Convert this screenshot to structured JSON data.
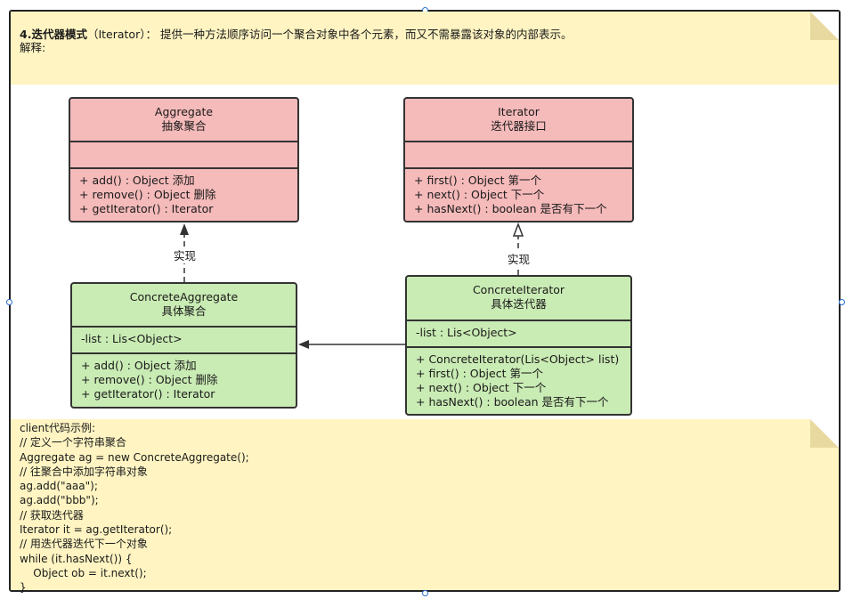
{
  "intro": {
    "heading": "4.迭代器模式",
    "rest": "（Iterator）： 提供一种方法顺序访问一个聚合对象中各个元素，而又不需暴露该对象的内部表示。",
    "explain": "解释:"
  },
  "aggregate": {
    "name": "Aggregate",
    "subtitle": "抽象聚合",
    "methods": [
      "+ add() : Object 添加",
      "+ remove() : Object 删除",
      "+ getIterator() : Iterator"
    ]
  },
  "iterator": {
    "name": "Iterator",
    "subtitle": "迭代器接口",
    "methods": [
      "+ first() : Object 第一个",
      "+ next() : Object 下一个",
      "+ hasNext() : boolean 是否有下一个"
    ]
  },
  "concrete_aggregate": {
    "name": "ConcreteAggregate",
    "subtitle": "具体聚合",
    "attrs": [
      "-list : Lis<Object>"
    ],
    "methods": [
      "+ add() : Object 添加",
      "+ remove() : Object 删除",
      "+ getIterator() : Iterator"
    ]
  },
  "concrete_iterator": {
    "name": "ConcreteIterator",
    "subtitle": "具体迭代器",
    "attrs": [
      "-list : Lis<Object>"
    ],
    "methods": [
      "+ ConcreteIterator(Lis<Object> list)",
      "+ first() : Object 第一个",
      "+ next() : Object 下一个",
      "+ hasNext() : boolean 是否有下一个"
    ]
  },
  "relations": {
    "left_label": "实现",
    "right_label": "实现"
  },
  "code": {
    "lines": [
      "client代码示例:",
      "// 定义一个字符串聚合",
      "Aggregate ag = new ConcreteAggregate();",
      "// 往聚合中添加字符串对象",
      "ag.add(\"aaa\");",
      "ag.add(\"bbb\");",
      "// 获取迭代器",
      "Iterator it = ag.getIterator();",
      "// 用迭代器迭代下一个对象",
      "while (it.hasNext()) {",
      "    Object ob = it.next();",
      "}"
    ]
  }
}
